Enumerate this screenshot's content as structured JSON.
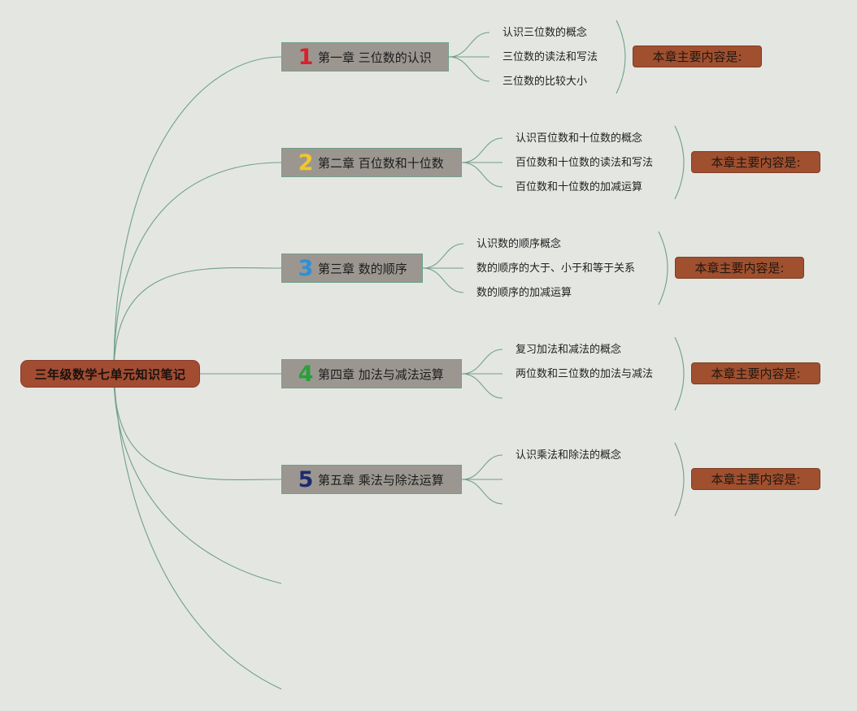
{
  "root": {
    "label": "三年级数学七单元知识笔记"
  },
  "colors": {
    "background": "#e4e6e2",
    "root_fill": "#a24c32",
    "chapter_fill": "#9b9790",
    "summary_fill": "#a0502f",
    "connector": "#6fa089"
  },
  "chapters": [
    {
      "number": "1",
      "number_color": "#d8212b",
      "label": "第一章 三位数的认识",
      "topics": [
        "认识三位数的概念",
        "三位数的读法和写法",
        "三位数的比较大小"
      ],
      "summary": "本章主要内容是:"
    },
    {
      "number": "2",
      "number_color": "#f2c62c",
      "label": "第二章 百位数和十位数",
      "topics": [
        "认识百位数和十位数的概念",
        "百位数和十位数的读法和写法",
        "百位数和十位数的加减运算"
      ],
      "summary": "本章主要内容是:"
    },
    {
      "number": "3",
      "number_color": "#2f8fd8",
      "label": "第三章 数的顺序",
      "topics": [
        "认识数的顺序概念",
        "数的顺序的大于、小于和等于关系",
        "数的顺序的加减运算"
      ],
      "summary": "本章主要内容是:"
    },
    {
      "number": "4",
      "number_color": "#27a13a",
      "label": "第四章 加法与减法运算",
      "topics": [
        "复习加法和减法的概念",
        "两位数和三位数的加法与减法",
        ""
      ],
      "summary": "本章主要内容是:"
    },
    {
      "number": "5",
      "number_color": "#1e2a6e",
      "label": "第五章 乘法与除法运算",
      "topics": [
        "认识乘法和除法的概念",
        "",
        ""
      ],
      "summary": "本章主要内容是:"
    }
  ]
}
